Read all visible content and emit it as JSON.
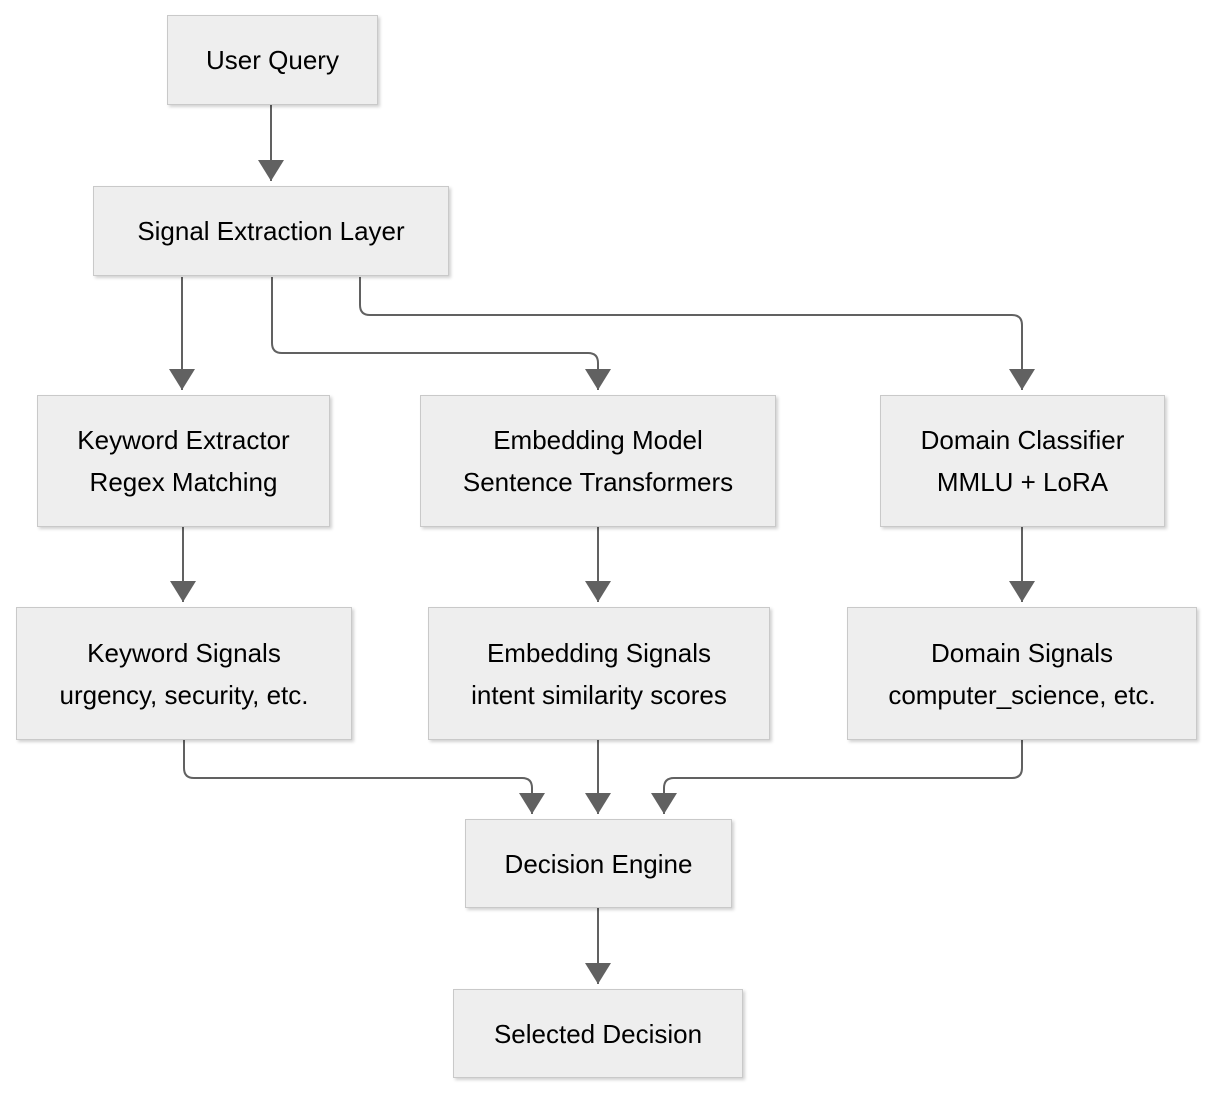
{
  "diagram": {
    "nodes": {
      "user_query": {
        "label": "User Query"
      },
      "signal_extraction": {
        "label": "Signal Extraction Layer"
      },
      "keyword_extractor": {
        "line1": "Keyword Extractor",
        "line2": "Regex Matching"
      },
      "embedding_model": {
        "line1": "Embedding Model",
        "line2": "Sentence Transformers"
      },
      "domain_classifier": {
        "line1": "Domain Classifier",
        "line2": "MMLU + LoRA"
      },
      "keyword_signals": {
        "line1": "Keyword Signals",
        "line2": "urgency, security, etc."
      },
      "embedding_signals": {
        "line1": "Embedding Signals",
        "line2": "intent similarity scores"
      },
      "domain_signals": {
        "line1": "Domain Signals",
        "line2": "computer_science, etc."
      },
      "decision_engine": {
        "label": "Decision Engine"
      },
      "selected_decision": {
        "label": "Selected Decision"
      }
    },
    "edges": [
      {
        "from": "user_query",
        "to": "signal_extraction"
      },
      {
        "from": "signal_extraction",
        "to": "keyword_extractor"
      },
      {
        "from": "signal_extraction",
        "to": "embedding_model"
      },
      {
        "from": "signal_extraction",
        "to": "domain_classifier"
      },
      {
        "from": "keyword_extractor",
        "to": "keyword_signals"
      },
      {
        "from": "embedding_model",
        "to": "embedding_signals"
      },
      {
        "from": "domain_classifier",
        "to": "domain_signals"
      },
      {
        "from": "keyword_signals",
        "to": "decision_engine"
      },
      {
        "from": "embedding_signals",
        "to": "decision_engine"
      },
      {
        "from": "domain_signals",
        "to": "decision_engine"
      },
      {
        "from": "decision_engine",
        "to": "selected_decision"
      }
    ],
    "theme": {
      "box_fill": "#eeeeee",
      "box_border": "#c9c9c9",
      "arrow_color": "#616161",
      "text_color": "#000000",
      "background": "#ffffff"
    }
  }
}
